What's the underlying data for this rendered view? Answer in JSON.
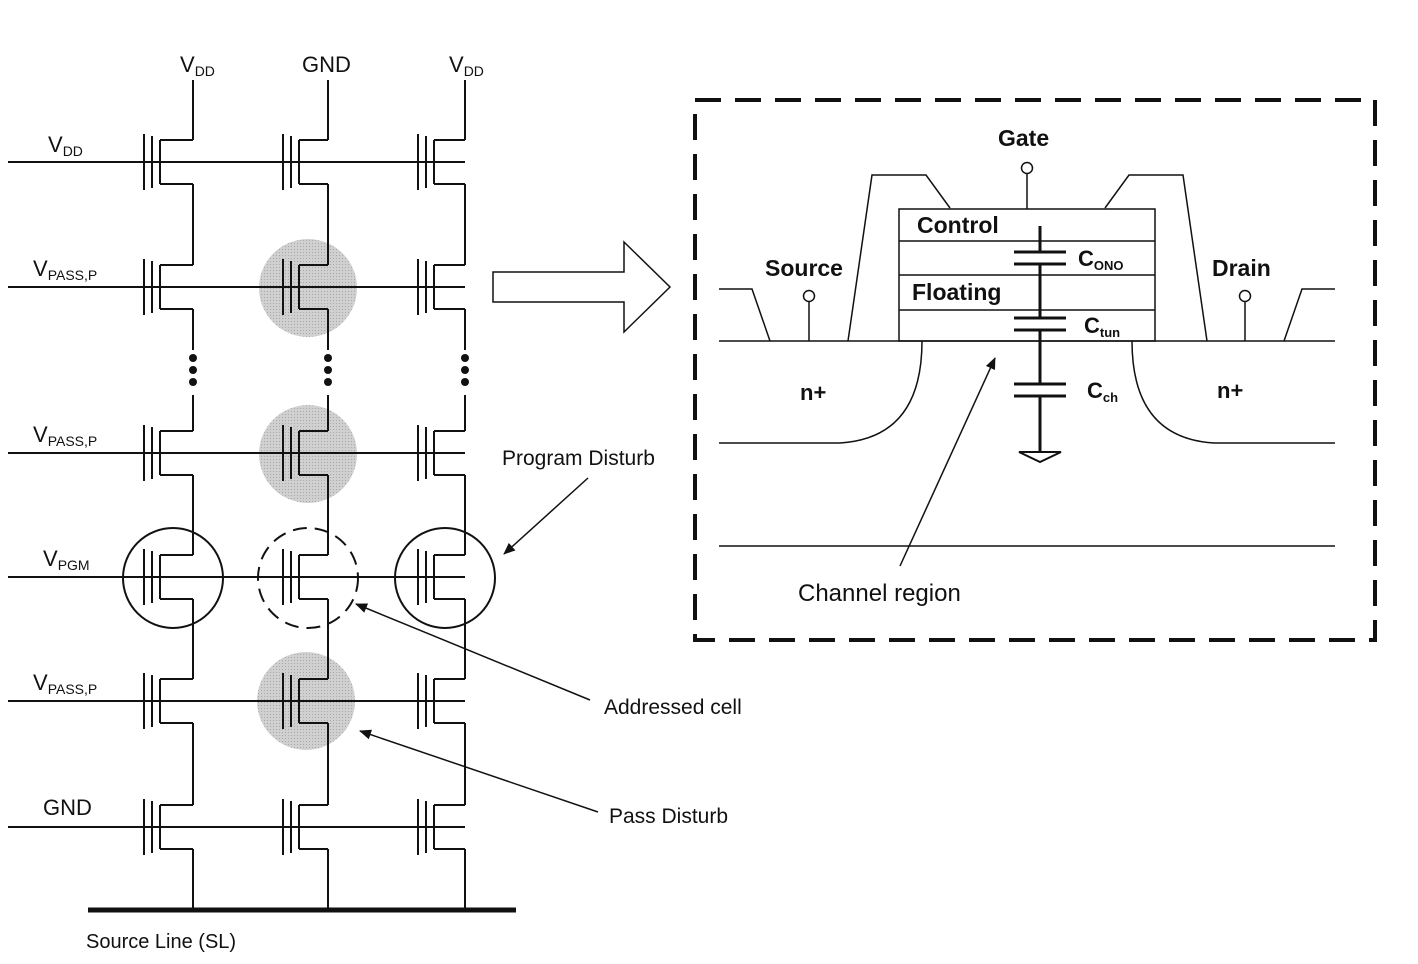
{
  "colors": {
    "ink": "#111111",
    "disturb_fill": "#c8c8c8",
    "background": "#ffffff"
  },
  "circuit": {
    "top_labels": [
      {
        "main": "V",
        "sub": "DD"
      },
      {
        "main": "GND",
        "sub": ""
      },
      {
        "main": "V",
        "sub": "DD"
      }
    ],
    "rows": [
      {
        "main": "V",
        "sub": "DD"
      },
      {
        "main": "V",
        "sub": "PASS,P"
      },
      {
        "main": "V",
        "sub": "PASS,P"
      },
      {
        "main": "V",
        "sub": "PGM"
      },
      {
        "main": "V",
        "sub": "PASS,P"
      },
      {
        "main": "GND",
        "sub": ""
      }
    ],
    "source_line": "Source Line (SL)",
    "annotations": {
      "program_disturb": "Program Disturb",
      "addressed_cell": "Addressed cell",
      "pass_disturb": "Pass Disturb"
    }
  },
  "detail": {
    "gate": "Gate",
    "source": "Source",
    "drain": "Drain",
    "control": "Control",
    "floating": "Floating",
    "n_plus_left": "n+",
    "n_plus_right": "n+",
    "channel_region": "Channel region",
    "capacitors": [
      {
        "main": "C",
        "sub": "ONO"
      },
      {
        "main": "C",
        "sub": "tun"
      },
      {
        "main": "C",
        "sub": "ch"
      }
    ]
  }
}
